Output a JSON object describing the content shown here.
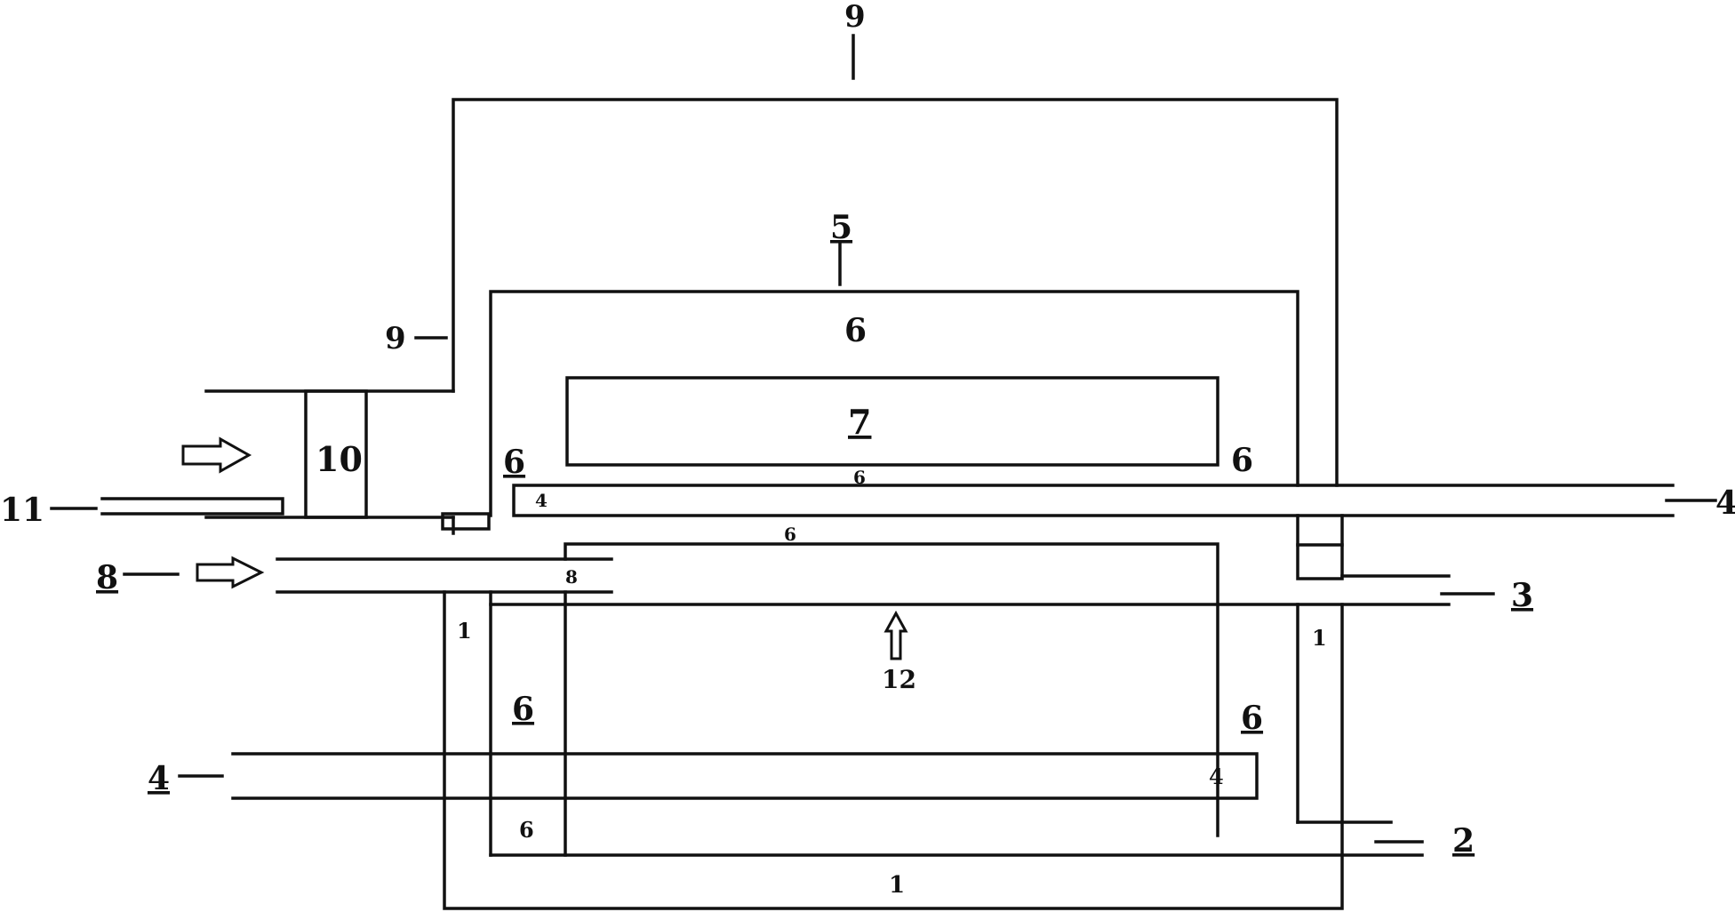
{
  "labels": {
    "l9_top": "9",
    "l9_side": "9",
    "l5": "5",
    "l6_top": "6",
    "l7": "7",
    "l6_left": "6",
    "l6_right": "6",
    "l6_small_a": "6",
    "l4_inner": "4",
    "l4_right": "4",
    "l10": "10",
    "l11": "11",
    "l8_left": "8",
    "l8_small": "8",
    "l6_small_b": "6",
    "l3": "3",
    "l1_left": "1",
    "l1_right": "1",
    "l12": "12",
    "l6_mid_left": "6",
    "l6_mid_right": "6",
    "l4_left": "4",
    "l4_inner_bottom": "4",
    "l6_bottom_box": "6",
    "l2": "2",
    "l1_bottom": "1"
  },
  "colors": {
    "line": "#111111",
    "background": "#ffffff"
  }
}
